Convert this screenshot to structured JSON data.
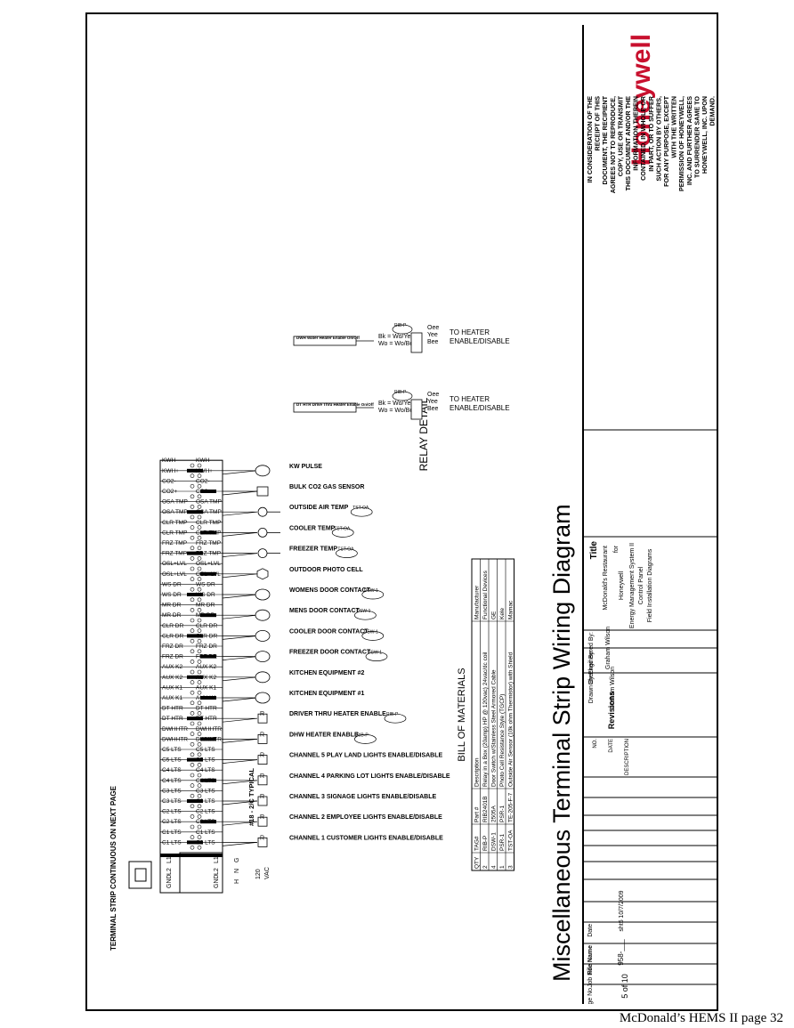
{
  "title_block": {
    "brand": "Honeywell",
    "disclaimer": "IN CONSIDERATION OF THE RECEIPT OF THIS DOCUMENT, THE RECIPIENT AGREES NOT TO REPRODUCE, COPY, USE OR TRANSMIT THIS DOCUMENT AND/OR THE INFORMATION THEREIN CONTAINED, IN WHOLE OR IN PART, OR TO SUFFER SUCH ACTION BY OTHERS, FOR ANY PURPOSE, EXCEPT WITH THE WRITTEN PERMISSION OF HONEYWELL, INC. AND FURTHER AGREES TO SURRENDER SAME TO HONEYWELL, INC. UPON DEMAND.",
    "title_label": "Title",
    "project": "McDonald's Restaurant",
    "for_label": "for",
    "company": "Honeywell",
    "system": "Energy Management System II",
    "panel": "Control Panel",
    "doc_type": "Field Installation Diagrams",
    "engineered_label": "Engineered By:",
    "engineered_by": "Graham Wilson",
    "checked_label": "Checked By:",
    "drawn_label": "Drawn By:",
    "drawn_by": "Graham Wilson",
    "revisions_label": "Revisions",
    "rev_cols": [
      "NO.",
      "DATE",
      "DESCRIPTION"
    ],
    "date_label": "Date",
    "date": "10/7/2009",
    "file_label": "File Name",
    "file": "sht5",
    "job_label": "Job No.",
    "job": "958-___",
    "page_label": "Page No.",
    "page": "5 of 10"
  },
  "drawing": {
    "main_title": "Miscellaneous Terminal Strip Wiring Diagram",
    "bottom_note": "TERMINAL STRIP CONTINUOUS ON NEXT PAGE",
    "wire_note": "#18 - 2/C TYPICAL",
    "power_labels": [
      "H",
      "N",
      "G"
    ],
    "power_volt": "120",
    "power_unit": "VAC",
    "header_labels": {
      "left_l1": "L1",
      "left_l2": "L2",
      "left_gnd": "GND",
      "right_l1": "L1",
      "right_l2": "L2",
      "right_gnd": "GND"
    },
    "terminals": [
      {
        "left": "C1 LTS",
        "right": "C1 LTS"
      },
      {
        "left": "C1 LTS",
        "right": "C1 LTS"
      },
      {
        "left": "C2 LTS",
        "right": "C2 LTS"
      },
      {
        "left": "C2 LTS",
        "right": "C2 LTS"
      },
      {
        "left": "C3 LTS",
        "right": "C3 LTS"
      },
      {
        "left": "C3 LTS",
        "right": "C3 LTS"
      },
      {
        "left": "C4 LTS",
        "right": "C4 LTS"
      },
      {
        "left": "C4 LTS",
        "right": "C4 LTS"
      },
      {
        "left": "C5 LTS",
        "right": "C5 LTS"
      },
      {
        "left": "C5 LTS",
        "right": "C5 LTS"
      },
      {
        "left": "DWHHTR",
        "right": "DWHHTR"
      },
      {
        "left": "DWHHTR",
        "right": "DWHHTR"
      },
      {
        "left": "DT HTR",
        "right": "DT HTR"
      },
      {
        "left": "DT HTR",
        "right": "DT HTR"
      },
      {
        "left": "AUX K1",
        "right": "AUX K1"
      },
      {
        "left": "AUX K1",
        "right": "AUX K1"
      },
      {
        "left": "AUX K2",
        "right": "AUX K2"
      },
      {
        "left": "AUX K2",
        "right": "AUX K2"
      },
      {
        "left": "FRZ DR",
        "right": "FRZ DR"
      },
      {
        "left": "FRZ DR",
        "right": "FRZ DR"
      },
      {
        "left": "CLR DR",
        "right": "CLR DR"
      },
      {
        "left": "CLR DR",
        "right": "CLR DR"
      },
      {
        "left": "MR DR",
        "right": "MR DR"
      },
      {
        "left": "MR DR",
        "right": "MR DR"
      },
      {
        "left": "WS DR",
        "right": "WS DR"
      },
      {
        "left": "WS DR",
        "right": "WS DR"
      },
      {
        "left": "OSL+LVL",
        "right": "OSL+LVL"
      },
      {
        "left": "OSL+LVL",
        "right": "OSL+LVL"
      },
      {
        "left": "FRZ TMP",
        "right": "FRZ TMP"
      },
      {
        "left": "FRZ TMP",
        "right": "FRZ TMP"
      },
      {
        "left": "CLR TMP",
        "right": "CLR TMP"
      },
      {
        "left": "CLR TMP",
        "right": "CLR TMP"
      },
      {
        "left": "OSA TMP",
        "right": "OSA TMP"
      },
      {
        "left": "OSA TMP",
        "right": "OSA TMP"
      },
      {
        "left": "CO2+",
        "right": "CO2+"
      },
      {
        "left": "CO2-",
        "right": "CO2-"
      },
      {
        "left": "KWH+",
        "right": "KWH+"
      },
      {
        "left": "KWH-",
        "right": "KWH-"
      }
    ],
    "devices": [
      {
        "label": "CHANNEL 1 CUSTOMER LIGHTS ENABLE/DISABLE",
        "sym": "R",
        "tag": ""
      },
      {
        "label": "CHANNEL 2 EMPLOYEE LIGHTS ENABLE/DISABLE",
        "sym": "R",
        "tag": ""
      },
      {
        "label": "CHANNEL 3 SIGNAGE LIGHTS ENABLE/DISABLE",
        "sym": "R",
        "tag": ""
      },
      {
        "label": "CHANNEL 4 PARKING LOT LIGHTS ENABLE/DISABLE",
        "sym": "R",
        "tag": ""
      },
      {
        "label": "CHANNEL 5 PLAY LAND LIGHTS ENABLE/DISABLE",
        "sym": "R",
        "tag": ""
      },
      {
        "label": "DHW HEATER ENABLE",
        "sym": "R",
        "tag": "RIB-P"
      },
      {
        "label": "DRIVER THRU HEATER ENABLE",
        "sym": "R",
        "tag": "RIB-P"
      },
      {
        "label": "KITCHEN EQUIPMENT #1",
        "sym": "K",
        "tag": ""
      },
      {
        "label": "KITCHEN EQUIPMENT #2",
        "sym": "K",
        "tag": ""
      },
      {
        "label": "FREEZER DOOR CONTACT",
        "sym": "D",
        "tag": "DSW-1"
      },
      {
        "label": "COOLER DOOR CONTACT",
        "sym": "D",
        "tag": "DSW-1"
      },
      {
        "label": "MENS DOOR CONTACT",
        "sym": "D",
        "tag": "DSW-1"
      },
      {
        "label": "WOMENS DOOR CONTACT",
        "sym": "D",
        "tag": "DSW-1"
      },
      {
        "label": "OUTDOOR PHOTO CELL",
        "sym": "P",
        "tag": ""
      },
      {
        "label": "FREEZER TEMP",
        "sym": "T",
        "tag": "TST-OA"
      },
      {
        "label": "COOLER TEMP",
        "sym": "T",
        "tag": "TST-OA"
      },
      {
        "label": "OUTSIDE AIR TEMP",
        "sym": "T",
        "tag": "TST-OA"
      },
      {
        "label": "BULK CO2 GAS SENSOR",
        "sym": "C",
        "tag": ""
      },
      {
        "label": "KW PULSE",
        "sym": "K",
        "tag": ""
      }
    ],
    "relay_detail": {
      "title": "RELAY DETAIL",
      "tag": "RIB-P",
      "relays": [
        {
          "box": "DWH Water Heater Enable On/Off",
          "wire1": "Bk = Wo/Ye",
          "wire2": "Wo = Wo/Bo",
          "out1": "Oee",
          "out2": "Yee",
          "out3": "Bee",
          "target": "TO HEATER ENABLE/DISABLE"
        },
        {
          "box": "DT HTR Drive Thru Heater Enable On/Off",
          "wire1": "Bk = Wo/Ye",
          "wire2": "Wo = Wo/Bo",
          "out1": "Oee",
          "out2": "Yee",
          "out3": "Bee",
          "target": "TO HEATER ENABLE/DISABLE"
        }
      ]
    },
    "bom": {
      "title": "BILL OF MATERIALS",
      "headers": [
        "QTY",
        "TAG#",
        "Part #",
        "Description",
        "Manufacturer"
      ],
      "rows": [
        [
          "2",
          "RIB-P",
          "RIB2401B",
          "Relay in a Box (20amp) HP @ 120vac) 24vac/dc coil",
          "Functional Devices"
        ],
        [
          "4",
          "DSW-1",
          "2505A",
          "Door Switch w/Stainless Steel Armored Cable",
          "GE"
        ],
        [
          "1",
          "PSR-1",
          "PSR-1",
          "Photo Cell Resistance Style (TGCP)",
          "Kele"
        ],
        [
          "3",
          "TST-OA",
          "TE-205-F-7",
          "Outside Air Sensor (10k ohm Thermistor) with Shield",
          "Mamac"
        ]
      ]
    }
  },
  "page_footer": "McDonald’s HEMS II page 32"
}
